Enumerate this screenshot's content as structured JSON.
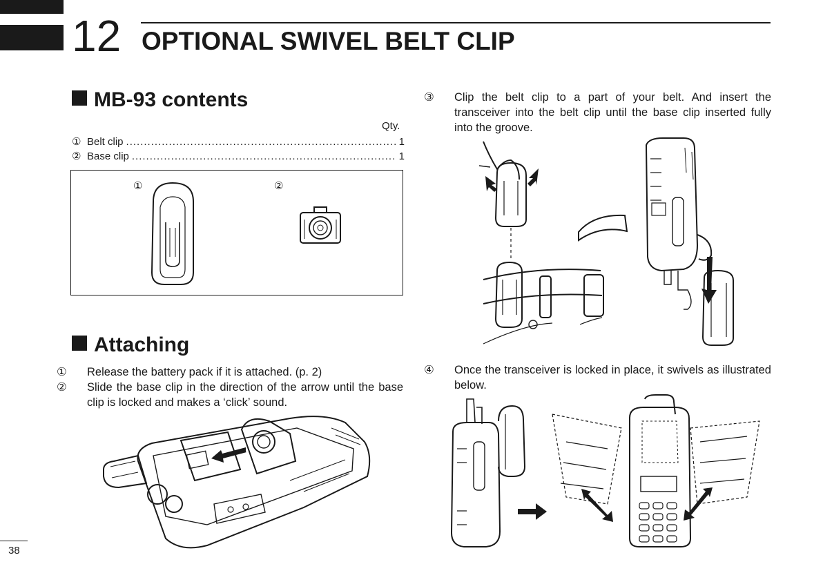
{
  "chapter": {
    "number": "12",
    "title": "OPTIONAL SWIVEL BELT CLIP"
  },
  "contents": {
    "heading": "MB-93 contents",
    "qty_label": "Qty.",
    "items": [
      {
        "marker": "①",
        "label": "Belt clip",
        "qty": "1"
      },
      {
        "marker": "②",
        "label": "Base clip",
        "qty": "1"
      }
    ],
    "figure_callouts": [
      "①",
      "②"
    ]
  },
  "attaching": {
    "heading": "Attaching",
    "steps": [
      {
        "marker": "①",
        "text": "Release the battery pack if it is attached. (p. 2)"
      },
      {
        "marker": "②",
        "text": "Slide the base clip in the direction of the arrow until the base clip is locked and makes a ‘click’ sound."
      },
      {
        "marker": "③",
        "text": "Clip the belt clip to a part of your belt. And insert the transceiver into the belt clip until the base clip inserted fully into the groove."
      },
      {
        "marker": "④",
        "text": "Once the transceiver is locked in place, it swivels as illustrated below."
      }
    ]
  },
  "page_number": "38"
}
